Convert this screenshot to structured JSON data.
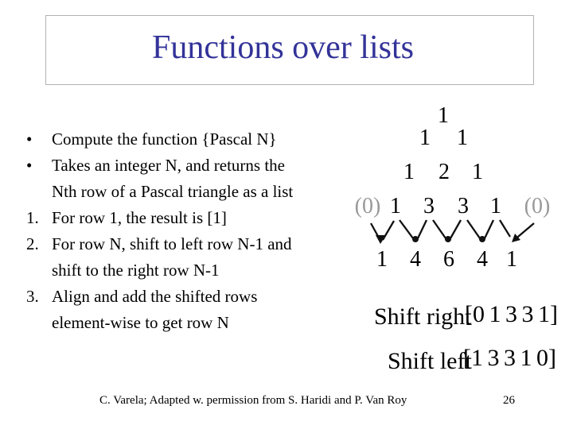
{
  "slide": {
    "title": "Functions over lists",
    "footer_credit": "C. Varela;  Adapted w. permission from S. Haridi and P. Van Roy",
    "page_number": "26"
  },
  "colors": {
    "title_blue": "#333399",
    "zero_gray": "#999999",
    "title_box_border": "#b2b2b2",
    "arrow_black": "#111111"
  },
  "list": {
    "items": [
      {
        "marker": "•",
        "lines": [
          "Compute the function {Pascal N}"
        ]
      },
      {
        "marker": "•",
        "lines": [
          "Takes an integer N, and returns the",
          "Nth row of a Pascal triangle as a list"
        ]
      },
      {
        "marker": "1.",
        "lines": [
          "For row 1, the result is [1]"
        ]
      },
      {
        "marker": "2.",
        "lines": [
          "For row N, shift to left row N-1 and",
          "shift to the right row N-1"
        ]
      },
      {
        "marker": "3.",
        "lines": [
          "Align and add the shifted rows",
          "element-wise to get row N"
        ]
      }
    ]
  },
  "pascal": {
    "row1": [
      "1"
    ],
    "row2": [
      "1",
      "1"
    ],
    "row3": [
      "1",
      "2",
      "1"
    ],
    "row4": [
      "(0)",
      "1",
      "3",
      "3",
      "1",
      "(0)"
    ],
    "row5": [
      "1",
      "4",
      "6",
      "4",
      "1"
    ]
  },
  "shift_right": {
    "label": "Shift right",
    "value": "[0 1 3 3 1]"
  },
  "shift_left": {
    "label": "Shift left",
    "value": "[1 3 3 1 0]"
  }
}
